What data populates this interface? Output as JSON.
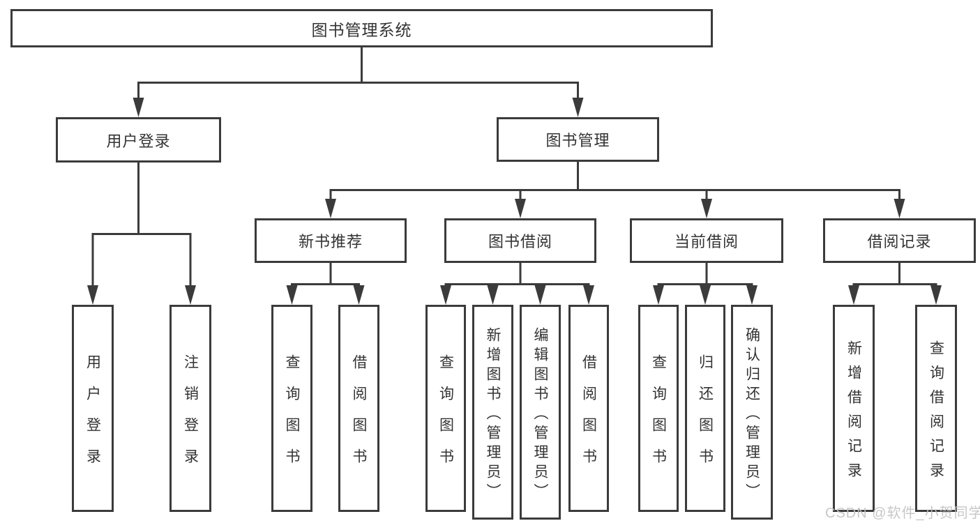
{
  "root": {
    "label": "图书管理系统"
  },
  "level2": [
    {
      "label": "用户登录",
      "leaves": [
        "用户登录",
        "注销登录"
      ]
    },
    {
      "label": "图书管理",
      "sections": [
        {
          "label": "新书推荐",
          "leaves": [
            "查询图书",
            "借阅图书"
          ]
        },
        {
          "label": "图书借阅",
          "leaves": [
            "查询图书",
            "新增图书（管理员）",
            "编辑图书（管理员）",
            "借阅图书"
          ]
        },
        {
          "label": "当前借阅",
          "leaves": [
            "查询图书",
            "归还图书",
            "确认归还（管理员）"
          ]
        },
        {
          "label": "借阅记录",
          "leaves": [
            "新增借阅记录",
            "查询借阅记录"
          ]
        }
      ]
    }
  ],
  "watermark": "CSDN @软件_小贺同学",
  "colors": {
    "line": "#3b3b3b",
    "text": "#333333",
    "background": "#ffffff",
    "watermark": "#c2c2c2"
  }
}
